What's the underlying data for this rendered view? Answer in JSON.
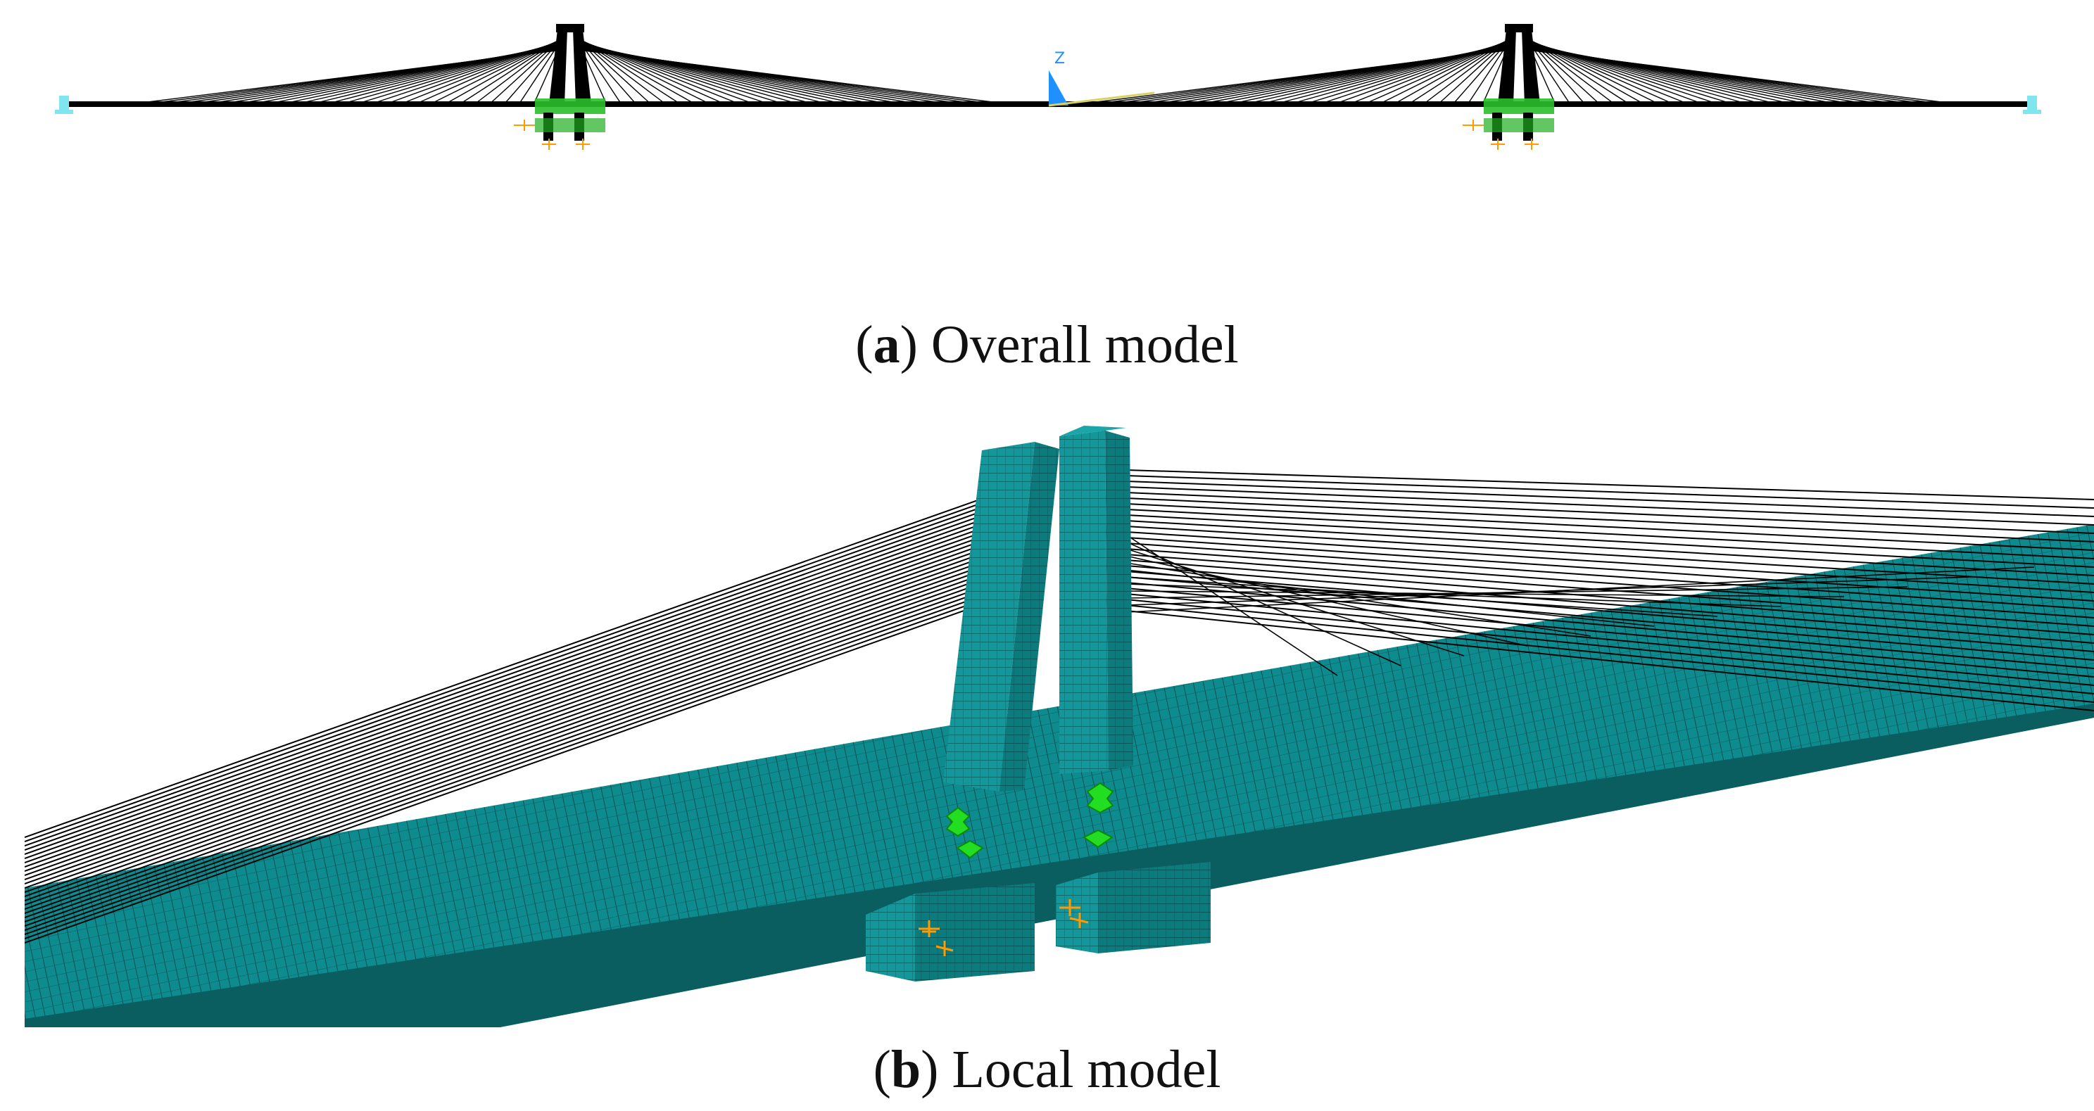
{
  "figure": {
    "panels": [
      {
        "id": "a",
        "letter": "a",
        "caption": "Overall model"
      },
      {
        "id": "b",
        "letter": "b",
        "caption": "Local model"
      }
    ],
    "axis_triad_label": "Z",
    "colors": {
      "mesh": "#0e8b8e",
      "mesh_dark": "#0a5e60",
      "cable": "#000000",
      "support": "#22dd22",
      "constraint": "#ff9a00",
      "triad": "#1e90ff",
      "end_support": "#7fe5ef"
    }
  }
}
